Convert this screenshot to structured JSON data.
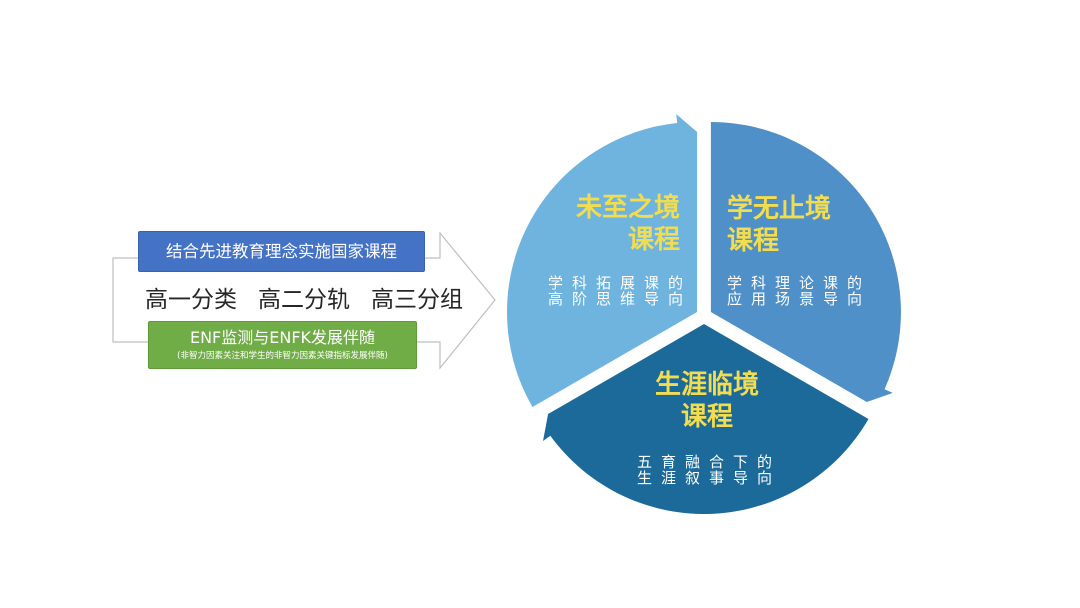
{
  "left_panel": {
    "top_box": {
      "label": "结合先进教育理念实施国家课程",
      "color": "#4472c4"
    },
    "grades": [
      "高一分类",
      "高二分轨",
      "高三分组"
    ],
    "bottom_box": {
      "label": "ENF监测与ENFK发展伴随",
      "note": "(非智力因素关注和学生的非智力因素关键指标发展伴随)",
      "color": "#70ad47"
    },
    "arrow_outline_color": "#bfbfbf"
  },
  "cycle": {
    "title_color": "#f2dc50",
    "description_color": "#ffffff",
    "segments": [
      {
        "title": [
          "未至之境",
          "课程"
        ],
        "description": [
          "学科拓展课的",
          "高阶思维导向"
        ],
        "color": "#6eb4de"
      },
      {
        "title": [
          "学无止境",
          "课程"
        ],
        "description": [
          "学科理论课的",
          "应用场景导向"
        ],
        "color": "#4e90c7"
      },
      {
        "title": [
          "生涯临境",
          "课程"
        ],
        "description": [
          "五育融合下的",
          "生涯叙事导向"
        ],
        "color": "#1c6a99"
      }
    ]
  }
}
